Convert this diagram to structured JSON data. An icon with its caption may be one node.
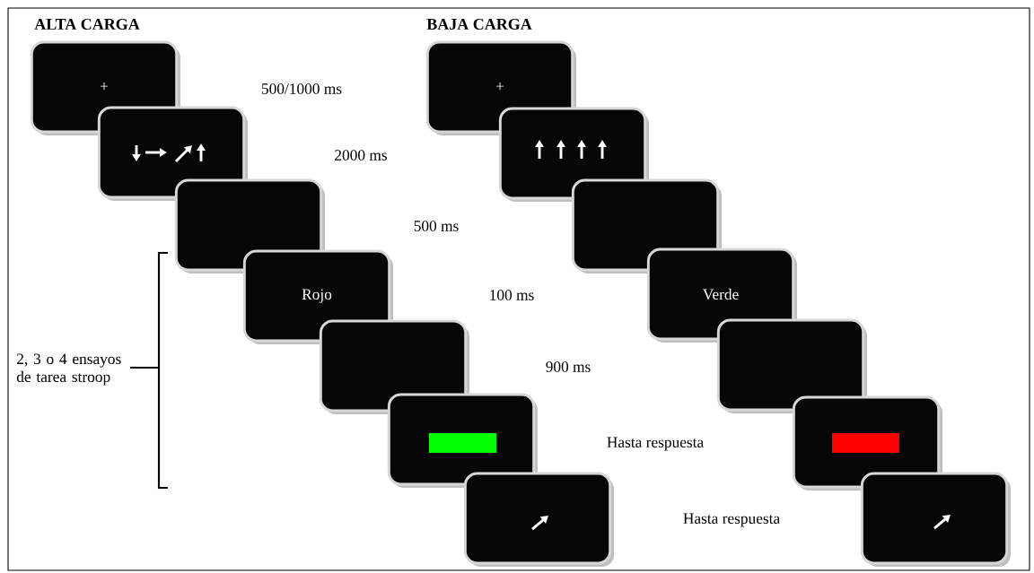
{
  "diagram": {
    "nodes": [
      {
        "text": [
          "+"
        ]
      },
      {
        "text": [],
        "shape": "box"
      },
      {
        "text": [],
        "shape": "box"
      },
      {
        "text": [
          "Rojo"
        ]
      },
      {
        "text": [],
        "shape": "box"
      },
      {
        "text": [],
        "shape": "box"
      },
      {
        "text": [],
        "shape": "box"
      },
      {
        "text": [
          "+"
        ]
      },
      {
        "text": [],
        "shape": "box"
      },
      {
        "text": [],
        "shape": "box"
      },
      {
        "text": [
          "Verde"
        ]
      },
      {
        "text": [],
        "shape": "box"
      },
      {
        "text": [],
        "shape": "box"
      },
      {
        "text": [],
        "shape": "box"
      }
    ],
    "labels": [
      "ALTA CARGA",
      "BAJA CARGA",
      "500/1000 ms",
      "2000 ms",
      "500 ms",
      "100 ms",
      "2, 3 o 4 ensayos de tarea stroop",
      "900 ms",
      "Hasta respuesta",
      "Hasta respuesta"
    ]
  }
}
